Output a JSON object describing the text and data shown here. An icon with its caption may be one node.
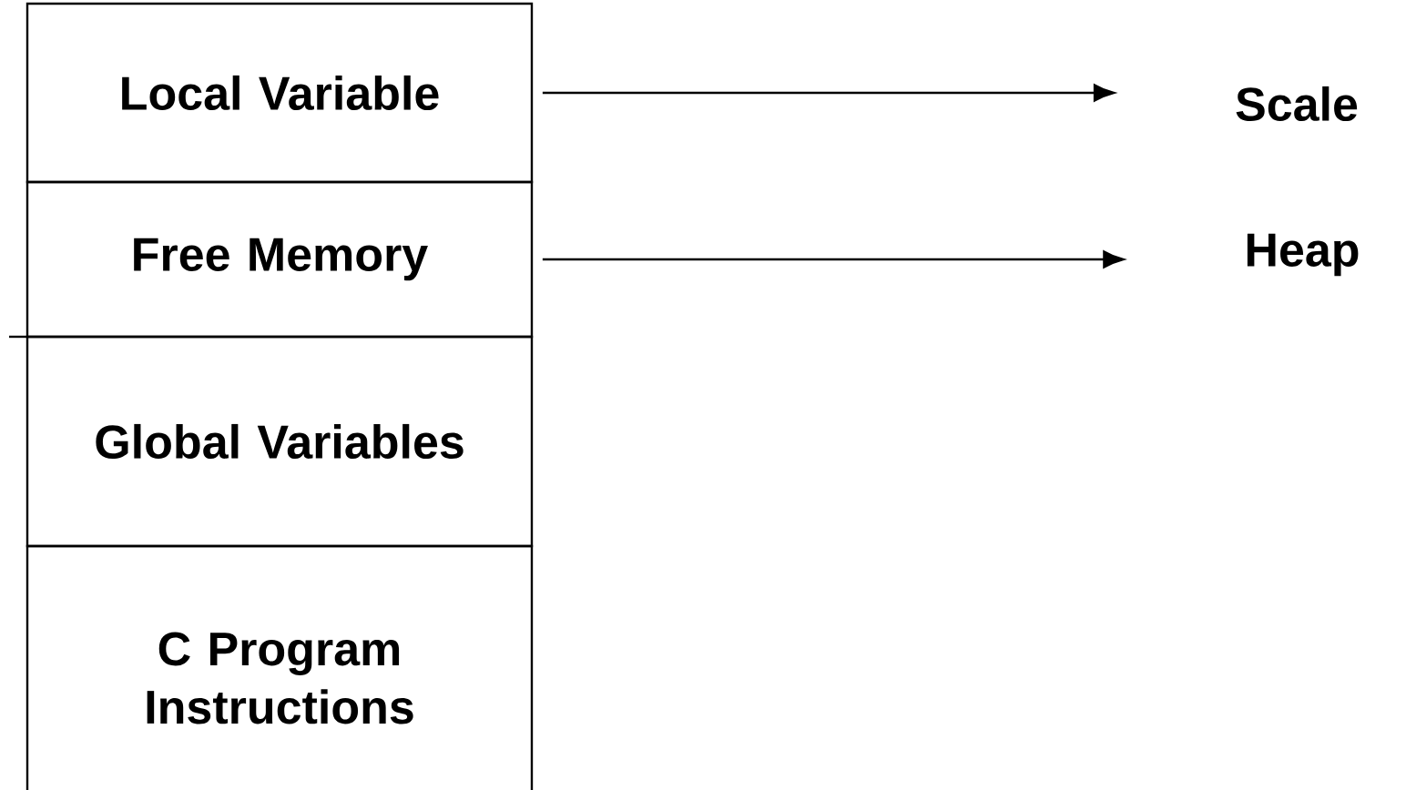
{
  "diagram": {
    "nodes": [
      {
        "text": [
          "Local Variable"
        ]
      },
      {
        "text": [
          "Free Memory"
        ]
      },
      {
        "text": [
          "Global Variables"
        ]
      },
      {
        "text": [
          "C Program Instructions"
        ]
      },
      {
        "text": [
          "Scale"
        ]
      },
      {
        "text": [
          "Heap"
        ]
      }
    ],
    "edges": [
      {
        "from": 0,
        "to": 4,
        "arrow": "to"
      },
      {
        "from": 1,
        "to": 5,
        "arrow": "to"
      }
    ]
  }
}
